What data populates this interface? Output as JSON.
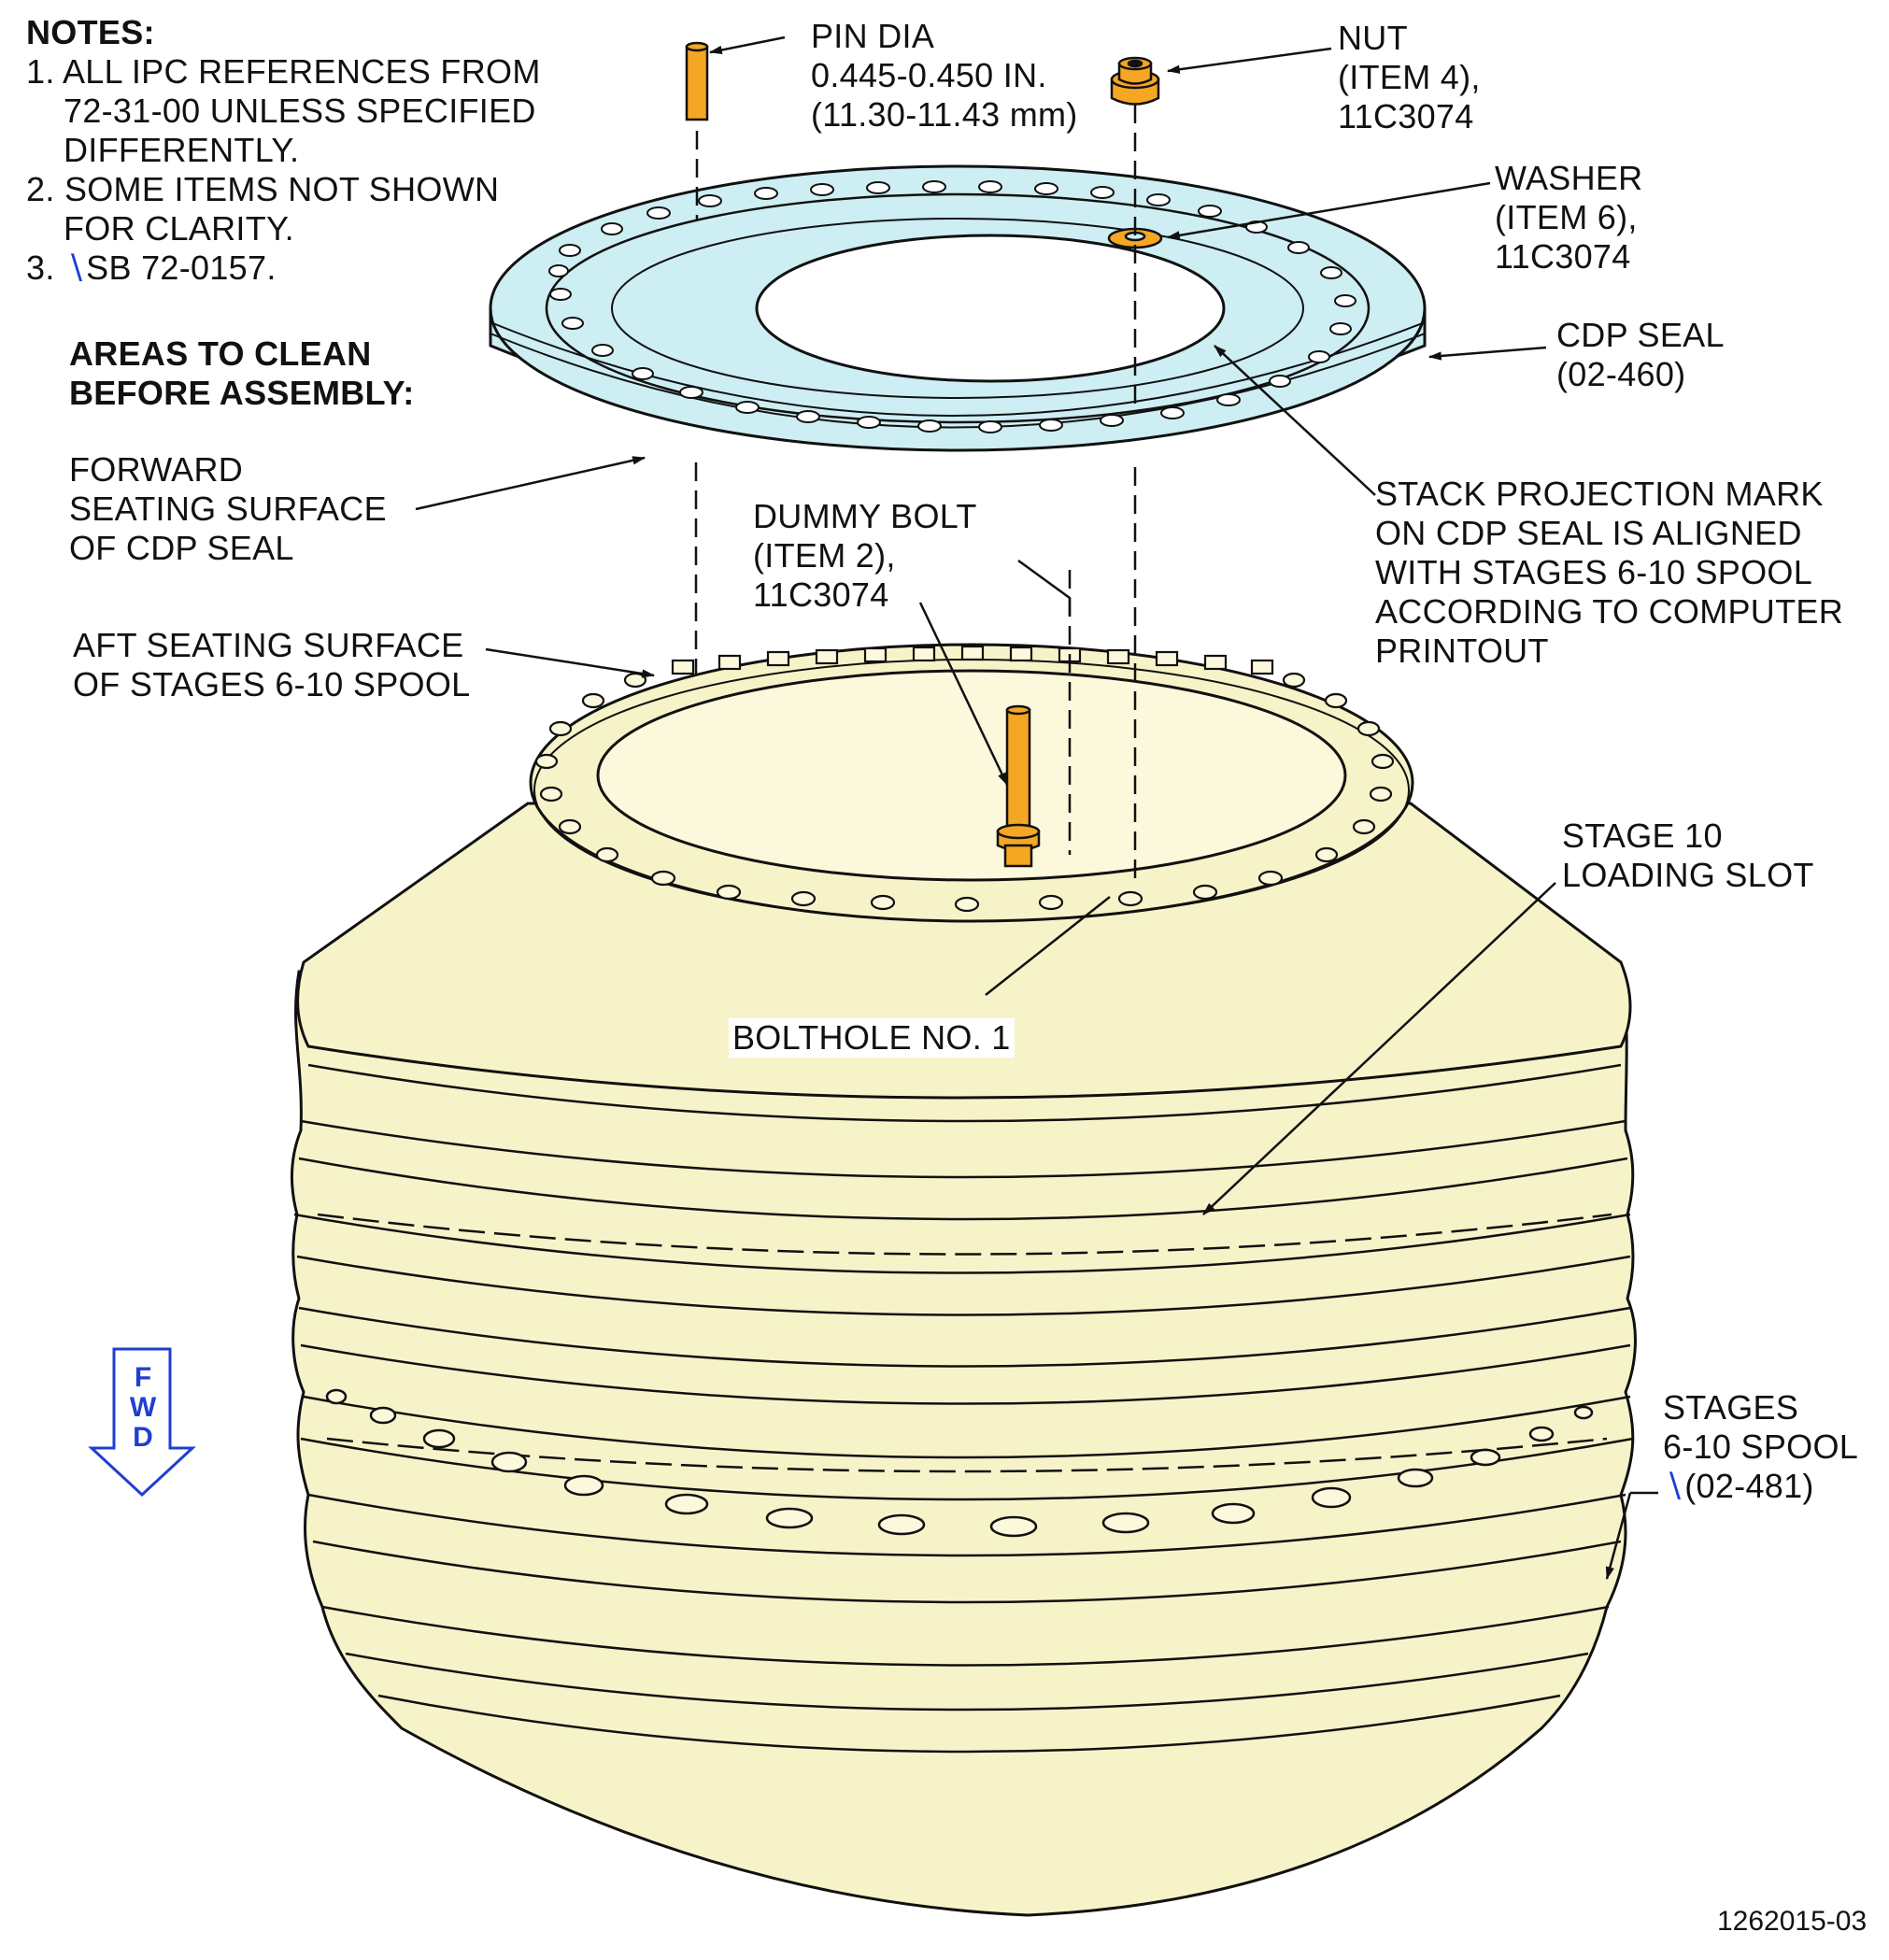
{
  "notes": {
    "heading": "NOTES:",
    "items": [
      {
        "num": "1.",
        "lines": [
          "ALL IPC REFERENCES FROM",
          "72-31-00 UNLESS SPECIFIED",
          "DIFFERENTLY."
        ]
      },
      {
        "num": "2.",
        "lines": [
          "SOME ITEMS NOT SHOWN",
          "FOR CLARITY."
        ]
      },
      {
        "num": "3.",
        "lines": [
          "SB 72-0157."
        ]
      }
    ]
  },
  "areas_heading": [
    "AREAS TO CLEAN",
    "BEFORE ASSEMBLY:"
  ],
  "callouts": {
    "forward_seating": [
      "FORWARD",
      "SEATING SURFACE",
      "OF CDP SEAL"
    ],
    "aft_seating": [
      "AFT SEATING SURFACE",
      "OF STAGES 6-10 SPOOL"
    ],
    "pin_dia": [
      "PIN DIA",
      "0.445-0.450 IN.",
      "(11.30-11.43 mm)"
    ],
    "nut": [
      "NUT",
      "(ITEM 4),",
      "11C3074"
    ],
    "washer": [
      "WASHER",
      "(ITEM 6),",
      "11C3074"
    ],
    "cdp_seal": [
      "CDP SEAL",
      "(02-460)"
    ],
    "stack_projection": [
      "STACK PROJECTION MARK",
      "ON CDP SEAL IS ALIGNED",
      "WITH STAGES 6-10 SPOOL",
      "ACCORDING TO COMPUTER",
      "PRINTOUT"
    ],
    "dummy_bolt": [
      "DUMMY BOLT",
      "(ITEM 2),",
      "11C3074"
    ],
    "stage10_slot": [
      "STAGE 10",
      "LOADING SLOT"
    ],
    "bolthole": "BOLTHOLE NO. 1",
    "spool": [
      "STAGES",
      "6-10 SPOOL",
      "(02-481)"
    ]
  },
  "fwd_letters": [
    "F",
    "W",
    "D"
  ],
  "figure_number": "1262015-03",
  "colors": {
    "seal": "#cdeef3",
    "spool": "#f7f3c9",
    "hardware": "#f5a623",
    "accent": "#1f3fd0",
    "line": "#111111"
  }
}
